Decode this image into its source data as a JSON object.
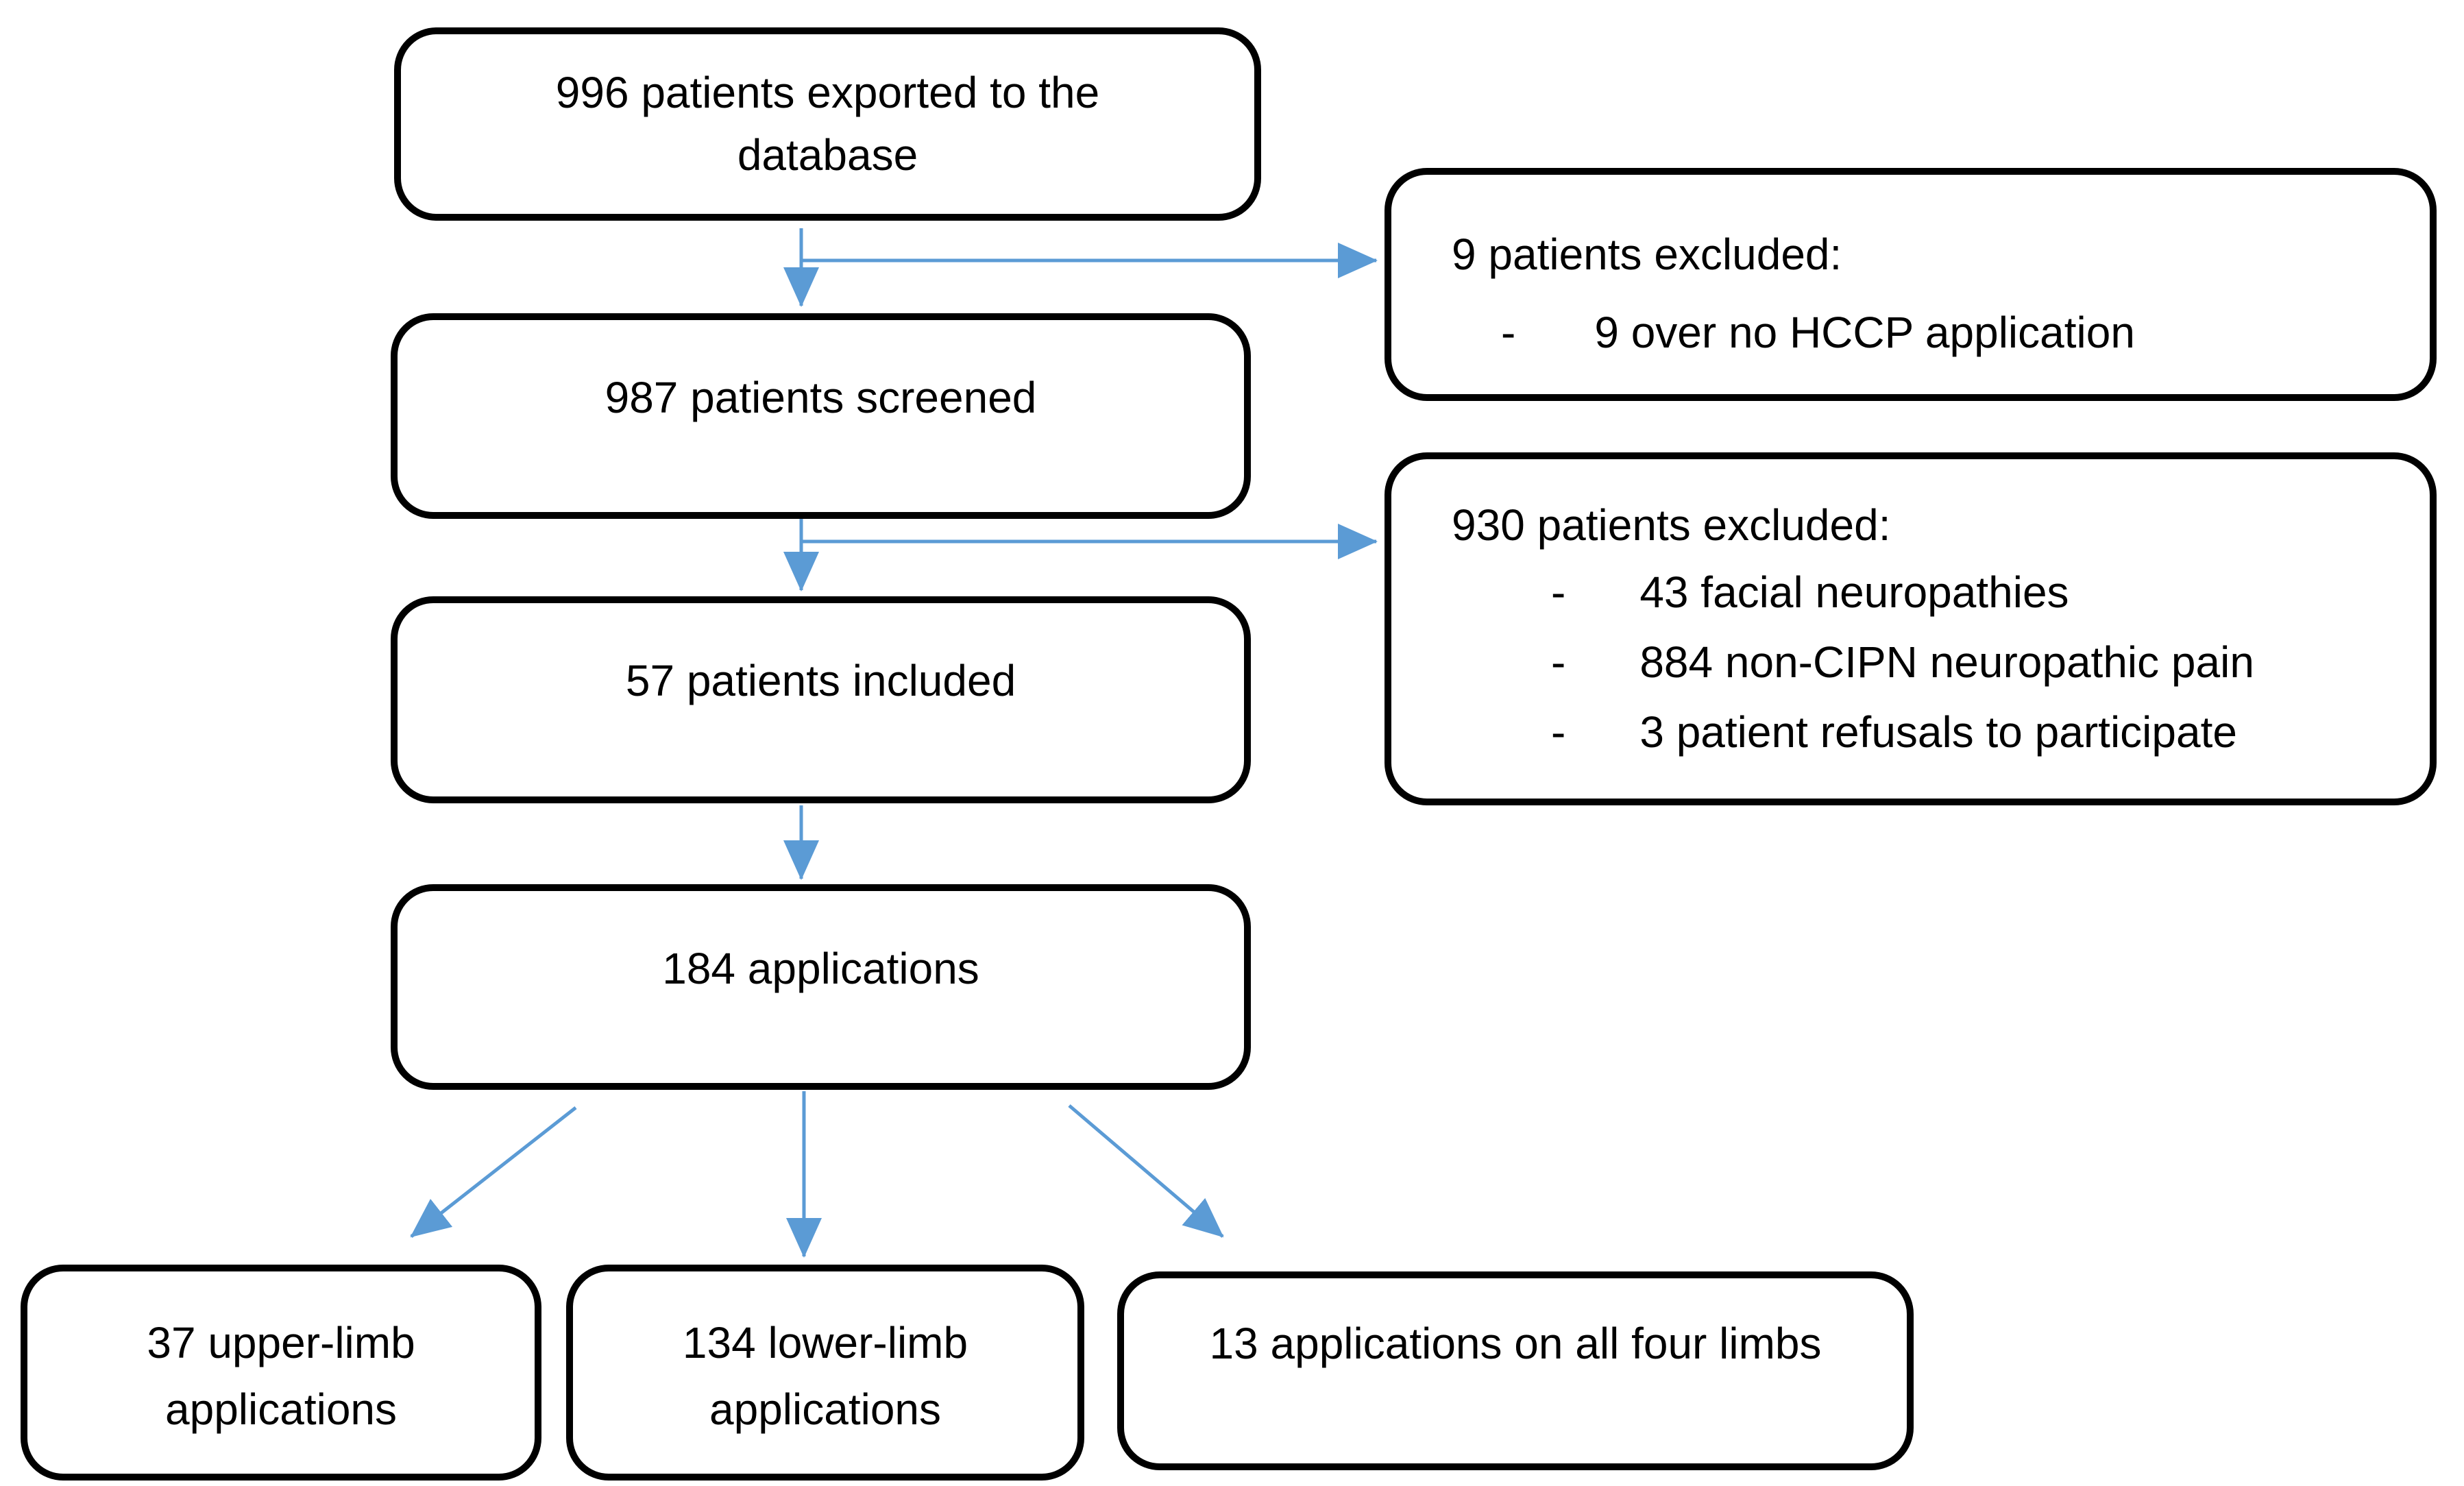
{
  "colors": {
    "arrow": "#5B9BD5",
    "box_border": "#000000",
    "text": "#000000",
    "background": "#FFFFFF"
  },
  "flowchart": {
    "exported": {
      "lines": [
        "996 patients exported to the",
        "database"
      ]
    },
    "screened": {
      "lines": [
        "987 patients screened"
      ]
    },
    "included": {
      "lines": [
        "57 patients included"
      ]
    },
    "applications": {
      "lines": [
        "184 applications"
      ]
    },
    "upper_limb": {
      "lines": [
        "37 upper-limb",
        "applications"
      ]
    },
    "lower_limb": {
      "lines": [
        "134 lower-limb",
        "applications"
      ]
    },
    "four_limbs": {
      "lines": [
        "13 applications on all four limbs"
      ]
    },
    "excluded_step1": {
      "title": "9 patients excluded:",
      "bullet_marker": "-",
      "bullets": [
        "9 over no HCCP application"
      ]
    },
    "excluded_step2": {
      "title": "930 patients excluded:",
      "bullet_marker": "-",
      "bullets": [
        "43 facial neuropathies",
        "884 non-CIPN neuropathic pain",
        "3 patient refusals to participate"
      ]
    }
  }
}
